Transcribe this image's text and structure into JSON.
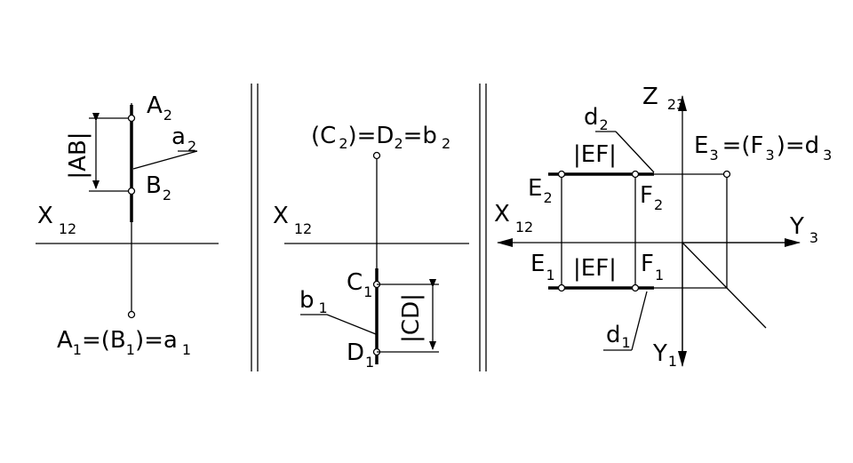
{
  "panels": [
    {
      "id": "line-ab",
      "labels": {
        "A2": {
          "main": "A",
          "sub": "2"
        },
        "a2": {
          "main": "a",
          "sub": "2"
        },
        "B2": {
          "main": "B",
          "sub": "2"
        },
        "AB": "|AB|",
        "X12": {
          "main": "X",
          "sub": "12"
        },
        "bottom": {
          "p1": "A",
          "s1": "1",
          "p2": "=(B",
          "s2": "1",
          "p3": ")=a",
          "s3": "1"
        }
      }
    },
    {
      "id": "line-cd",
      "labels": {
        "top": {
          "p1": "(C",
          "s1": "2",
          "p2": ")=D",
          "s2": "2",
          "p3": "=b",
          "s3": "2"
        },
        "X12": {
          "main": "X",
          "sub": "12"
        },
        "C1": {
          "main": "C",
          "sub": "1"
        },
        "b1": {
          "main": "b",
          "sub": "1"
        },
        "D1": {
          "main": "D",
          "sub": "1"
        },
        "CD": "|CD|"
      }
    },
    {
      "id": "line-ef",
      "labels": {
        "Z23": {
          "main": "Z",
          "sub": "23"
        },
        "d2": {
          "main": "d",
          "sub": "2"
        },
        "EF_top": "|EF|",
        "E3": {
          "p1": "E",
          "s1": "3",
          "p2": "=(F",
          "s2": "3",
          "p3": ")=d",
          "s3": "3"
        },
        "E2": {
          "main": "E",
          "sub": "2"
        },
        "F2": {
          "main": "F",
          "sub": "2"
        },
        "X12": {
          "main": "X",
          "sub": "12"
        },
        "Y3": {
          "main": "Y",
          "sub": "3"
        },
        "E1": {
          "main": "E",
          "sub": "1"
        },
        "EF_bottom": "|EF|",
        "F1": {
          "main": "F",
          "sub": "1"
        },
        "d1": {
          "main": "d",
          "sub": "1"
        },
        "Y1": {
          "main": "Y",
          "sub": "1"
        }
      }
    }
  ]
}
